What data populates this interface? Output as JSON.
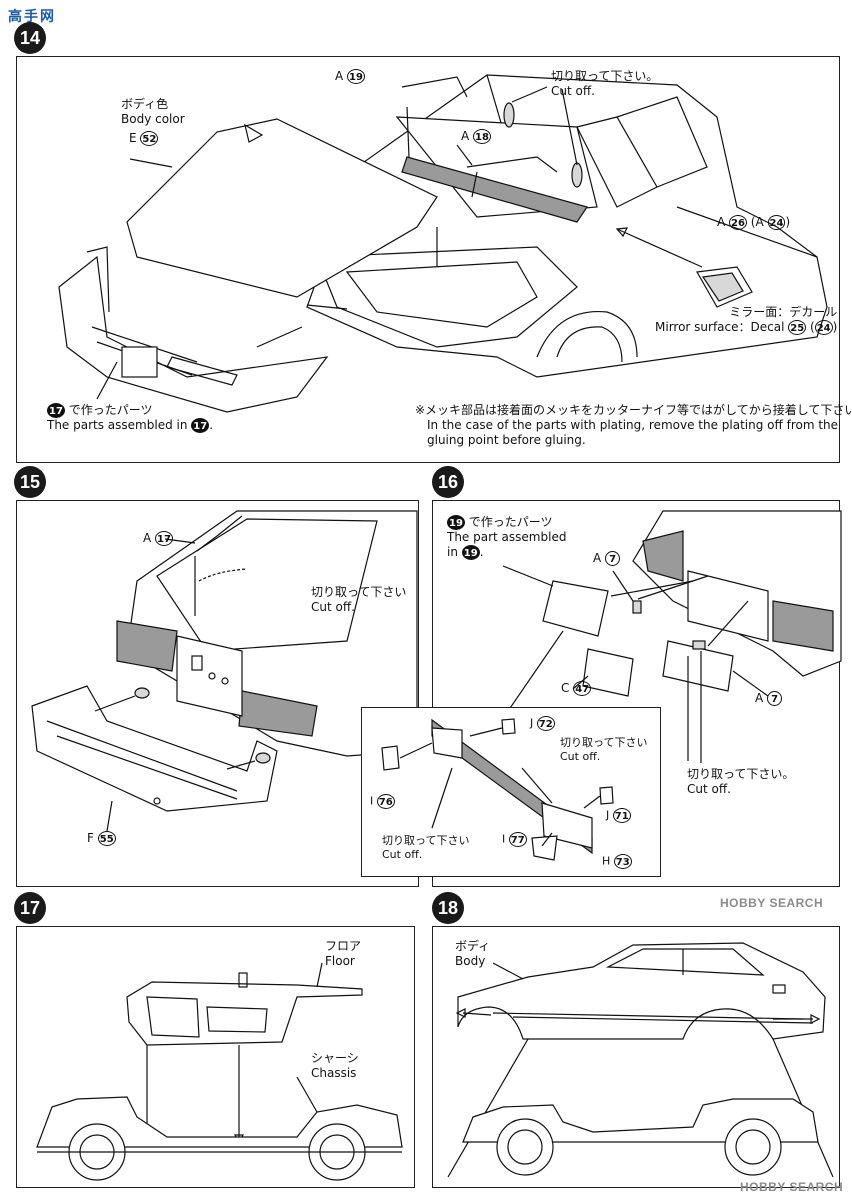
{
  "watermark_top": "高手网",
  "watermark_hobby": "HOBBY SEARCH",
  "steps": {
    "s14": "14",
    "s15": "15",
    "s16": "16",
    "s17": "17",
    "s18": "18"
  },
  "panel14": {
    "a19": "19",
    "a19_prefix": "A",
    "cut_jp": "切り取って下さい。",
    "cut_en": "Cut off.",
    "a18_prefix": "A",
    "a18": "18",
    "body_color_jp": "ボディ色",
    "body_color_en": "Body color",
    "e52_prefix": "E",
    "e52": "52",
    "a26_prefix": "A",
    "a26": "26",
    "a24_alt": "24",
    "mirror_jp": "ミラー面：デカール",
    "mirror_en": "Mirror surface：Decal",
    "mirror_decal_1": "25",
    "mirror_decal_2": "24",
    "assembled_num": "17",
    "assembled_jp": "で作ったパーツ",
    "assembled_en": "The parts assembled in",
    "note_jp": "※メッキ部品は接着面のメッキをカッターナイフ等ではがしてから接着して下さい。",
    "note_en_1": "In the case of the parts with plating, remove the plating off from the",
    "note_en_2": "gluing point before gluing."
  },
  "panel15": {
    "a17_prefix": "A",
    "a17": "17",
    "cut_jp": "切り取って下さい",
    "cut_en": "Cut off.",
    "f55_prefix": "F",
    "f55": "55"
  },
  "panel16": {
    "assembled_num": "19",
    "assembled_jp": "で作ったパーツ",
    "assembled_en_1": "The part assembled",
    "assembled_en_2": "in",
    "a7_prefix": "A",
    "a7": "7",
    "c47_prefix": "C",
    "c47": "47",
    "cut_jp": "切り取って下さい。",
    "cut_en": "Cut off.",
    "inset": {
      "j72_prefix": "J",
      "j72": "72",
      "cut_jp_1": "切り取って下さい",
      "cut_en_1": "Cut off.",
      "i76_prefix": "I",
      "i76": "76",
      "j71_prefix": "J",
      "j71": "71",
      "cut_jp_2": "切り取って下さい",
      "cut_en_2": "Cut off.",
      "i77_prefix": "I",
      "i77": "77",
      "h73_prefix": "H",
      "h73": "73"
    }
  },
  "panel17": {
    "floor_jp": "フロア",
    "floor_en": "Floor",
    "chassis_jp": "シャーシ",
    "chassis_en": "Chassis"
  },
  "panel18": {
    "body_jp": "ボディ",
    "body_en": "Body"
  }
}
